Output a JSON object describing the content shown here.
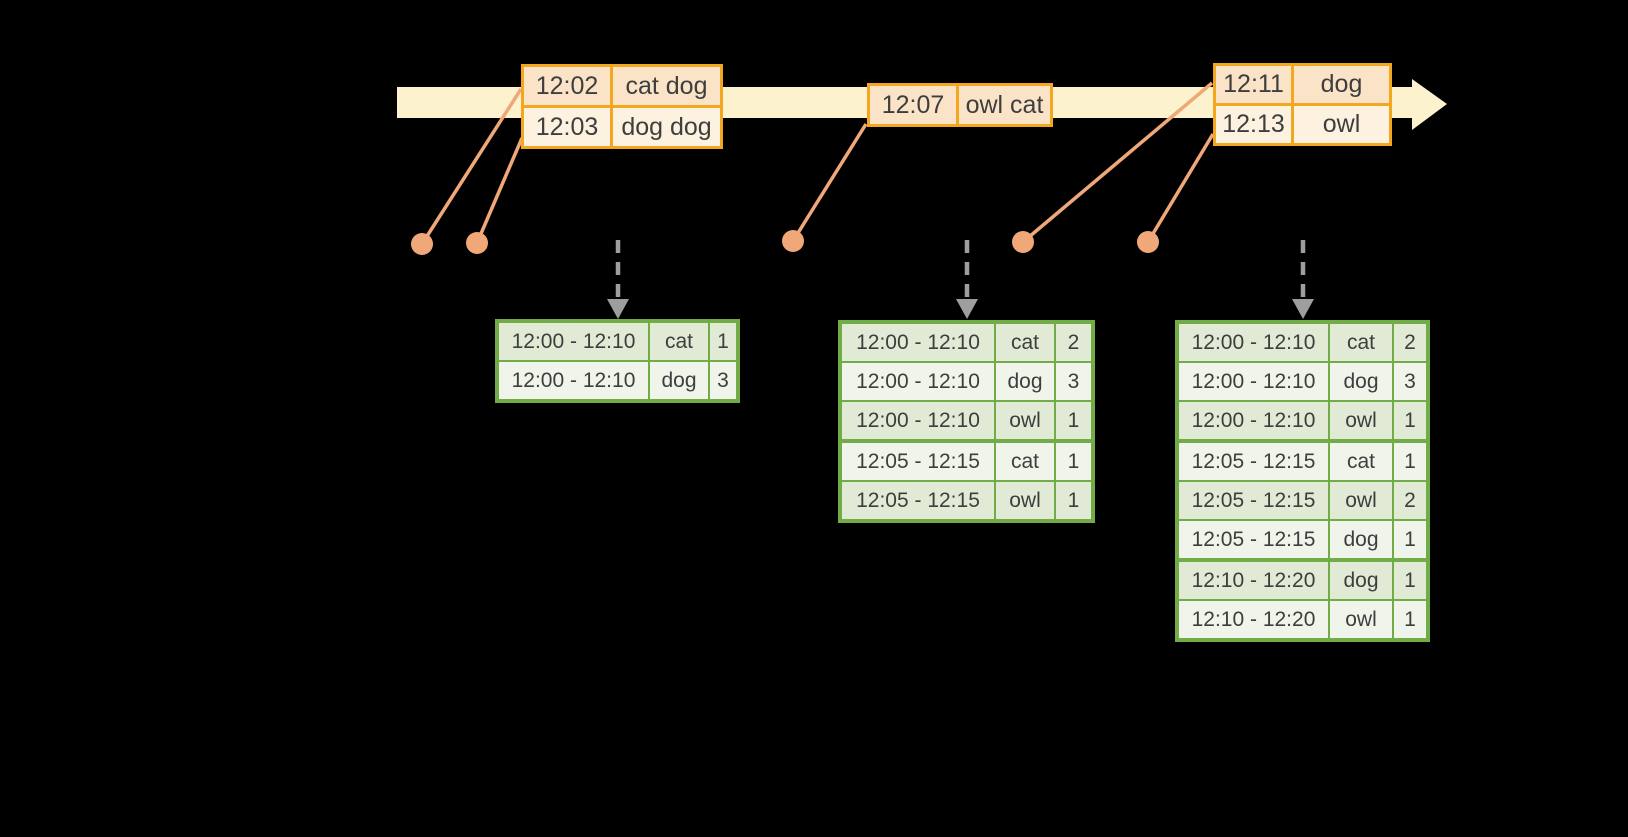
{
  "colors": {
    "background": "#000000",
    "timeline_band": "#FCF2CD",
    "event_border": "#F2A71F",
    "event_row_peach": "#FAE3C6",
    "event_row_cream": "#FDF2DF",
    "marker_salmon": "#F1A878",
    "result_border": "#71AC47",
    "result_row_dark": "#E0EAD5",
    "result_row_light": "#F0F4EB",
    "trigger_arrow_gray": "#9E9E9E",
    "text": "#3E3E3E"
  },
  "event_tables": [
    {
      "rows": [
        {
          "time": "12:02",
          "words": "cat dog"
        },
        {
          "time": "12:03",
          "words": "dog dog"
        }
      ]
    },
    {
      "rows": [
        {
          "time": "12:07",
          "words": "owl cat"
        }
      ]
    },
    {
      "rows": [
        {
          "time": "12:11",
          "words": "dog"
        },
        {
          "time": "12:13",
          "words": "owl"
        }
      ]
    }
  ],
  "result_tables": [
    {
      "groups": [
        {
          "rows": [
            {
              "window": "12:00 - 12:10",
              "word": "cat",
              "count": "1"
            },
            {
              "window": "12:00 - 12:10",
              "word": "dog",
              "count": "3"
            }
          ]
        }
      ]
    },
    {
      "groups": [
        {
          "rows": [
            {
              "window": "12:00 - 12:10",
              "word": "cat",
              "count": "2"
            },
            {
              "window": "12:00 - 12:10",
              "word": "dog",
              "count": "3"
            },
            {
              "window": "12:00 - 12:10",
              "word": "owl",
              "count": "1"
            }
          ]
        },
        {
          "rows": [
            {
              "window": "12:05 - 12:15",
              "word": "cat",
              "count": "1"
            },
            {
              "window": "12:05 - 12:15",
              "word": "owl",
              "count": "1"
            }
          ]
        }
      ]
    },
    {
      "groups": [
        {
          "rows": [
            {
              "window": "12:00 - 12:10",
              "word": "cat",
              "count": "2"
            },
            {
              "window": "12:00 - 12:10",
              "word": "dog",
              "count": "3"
            },
            {
              "window": "12:00 - 12:10",
              "word": "owl",
              "count": "1"
            }
          ]
        },
        {
          "rows": [
            {
              "window": "12:05 - 12:15",
              "word": "cat",
              "count": "1"
            },
            {
              "window": "12:05 - 12:15",
              "word": "owl",
              "count": "2"
            },
            {
              "window": "12:05 - 12:15",
              "word": "dog",
              "count": "1"
            }
          ]
        },
        {
          "rows": [
            {
              "window": "12:10 - 12:20",
              "word": "dog",
              "count": "1"
            },
            {
              "window": "12:10 - 12:20",
              "word": "owl",
              "count": "1"
            }
          ]
        }
      ]
    }
  ]
}
